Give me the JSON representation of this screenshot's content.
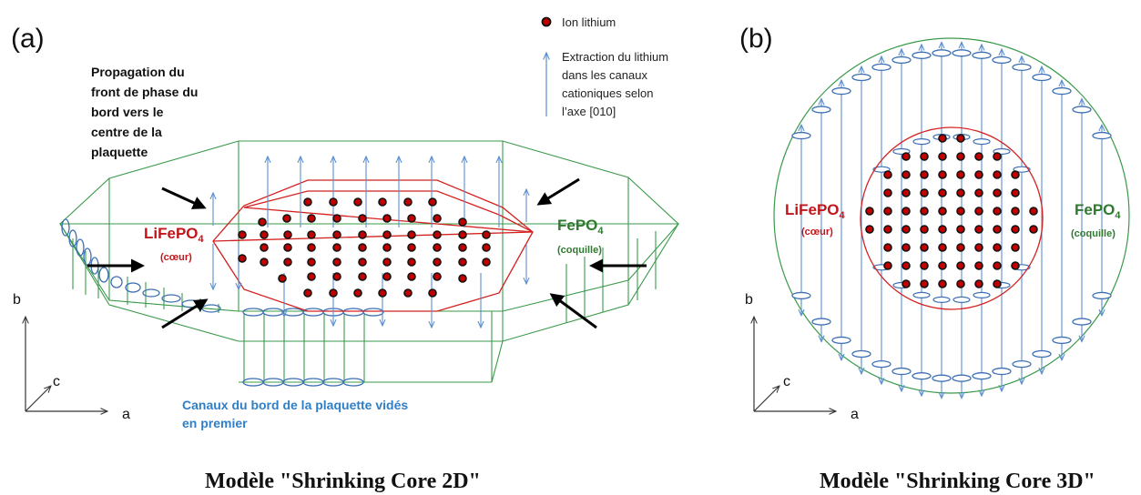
{
  "panel_a": {
    "tag": "(a)",
    "propagation": [
      "Propagation du",
      "front de phase du",
      "bord vers le",
      "centre de la",
      "plaquette"
    ],
    "core_label_main": "LiFePO",
    "core_label_sub": "4",
    "core_note": "(cœur)",
    "shell_label_main": "FePO",
    "shell_label_sub": "4",
    "shell_note": "(coquille)",
    "edge_channels": [
      "Canaux du bord de la plaquette vidés",
      "en premier"
    ],
    "axis_b": "b",
    "axis_c": "c",
    "axis_a": "a",
    "caption": "Modèle \"Shrinking Core 2D\""
  },
  "legend": {
    "ion": "Ion lithium",
    "extraction": [
      "Extraction du lithium",
      "dans les canaux",
      "cationiques selon",
      "l’axe [010]"
    ]
  },
  "panel_b": {
    "tag": "(b)",
    "core_label_main": "LiFePO",
    "core_label_sub": "4",
    "core_note": "(cœur)",
    "shell_label_main": "FePO",
    "shell_label_sub": "4",
    "shell_note": "(coquille)",
    "axis_b": "b",
    "axis_c": "c",
    "axis_a": "a",
    "caption": "Modèle \"Shrinking Core 3D\""
  },
  "colors": {
    "shell_green": "#3a9a4a",
    "core_red": "#d42020",
    "arrow_blue": "#5b8fd0",
    "ion_fill": "#c00000",
    "edge_text_blue": "#2e7fc8",
    "label_red": "#c0151a",
    "label_green": "#2f7a2f"
  }
}
